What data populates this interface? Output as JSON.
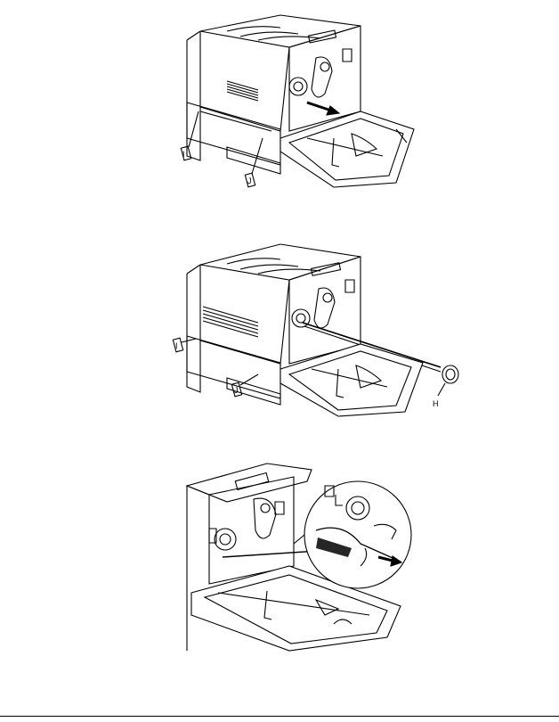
{
  "figures": [
    {
      "labels": [
        "I",
        "J"
      ]
    },
    {
      "labels": [
        "I",
        "J",
        "H"
      ]
    },
    {
      "labels": []
    }
  ],
  "colors": {
    "line": "#000000",
    "background": "#ffffff"
  }
}
